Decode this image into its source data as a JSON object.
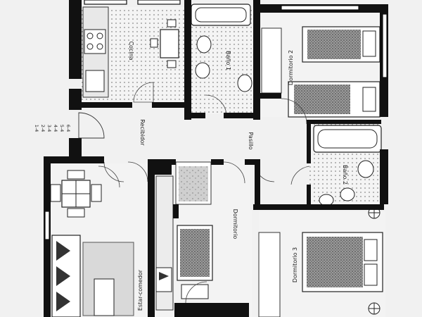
{
  "rooms": {
    "cocina": "Cocina",
    "bano1": "Baño 1",
    "dormitorio2": "Dormitorio 2",
    "recibidor": "Recibidor",
    "pasillo": "Pasillo",
    "bano2": "Baño 2",
    "dormitorio": "Dormitorio",
    "dormitorio3": "Dormitorio 3",
    "estar_comedor": "Estar-comedor"
  },
  "legend": [
    "1-4",
    "2-4",
    "3-4",
    "4-4",
    "5-4",
    "6-4"
  ]
}
